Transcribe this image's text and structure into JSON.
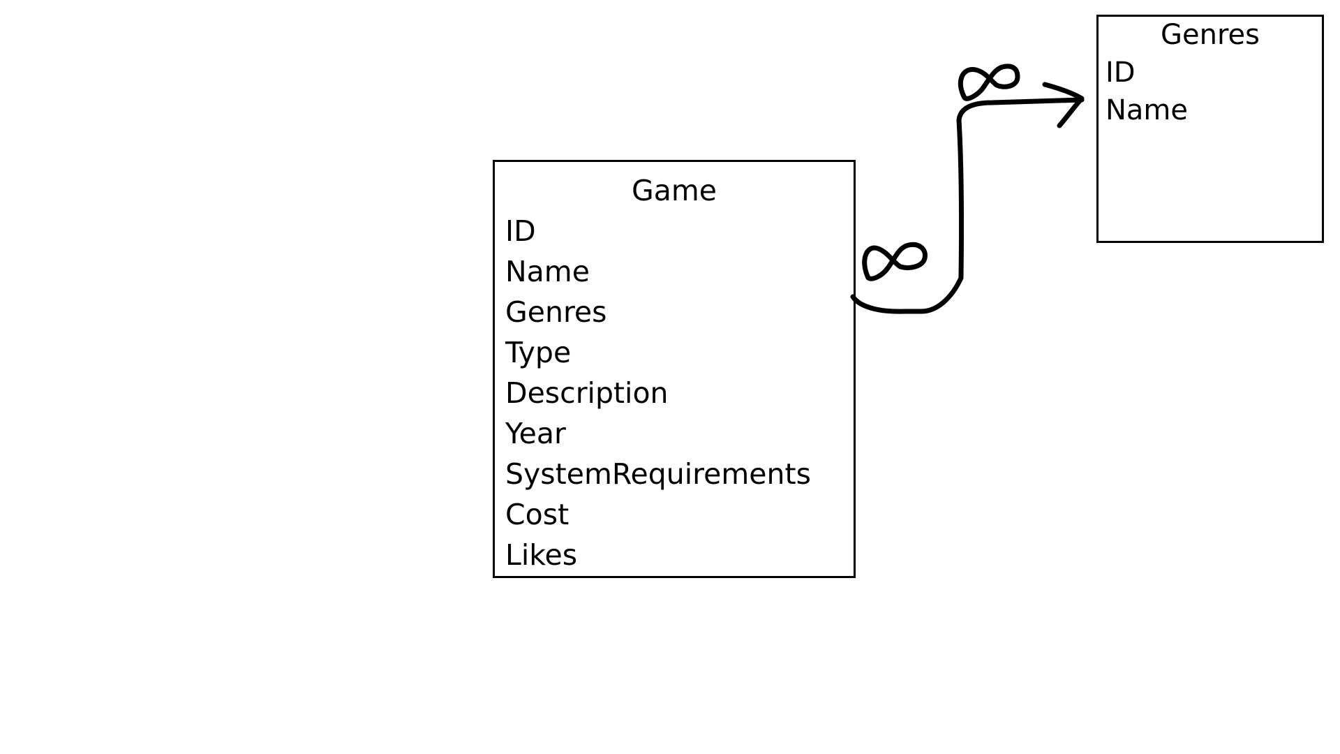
{
  "entities": {
    "game": {
      "title": "Game",
      "fields": [
        "ID",
        "Name",
        "Genres",
        "Type",
        "Description",
        "Year",
        "SystemRequirements",
        "Cost",
        "Likes"
      ]
    },
    "genres": {
      "title": "Genres",
      "fields": [
        "ID",
        "Name"
      ]
    }
  },
  "relationship": {
    "from": "Game",
    "to": "Genres",
    "from_cardinality_symbol": "∞",
    "to_cardinality_symbol": "∞",
    "line_color": "#000000"
  }
}
